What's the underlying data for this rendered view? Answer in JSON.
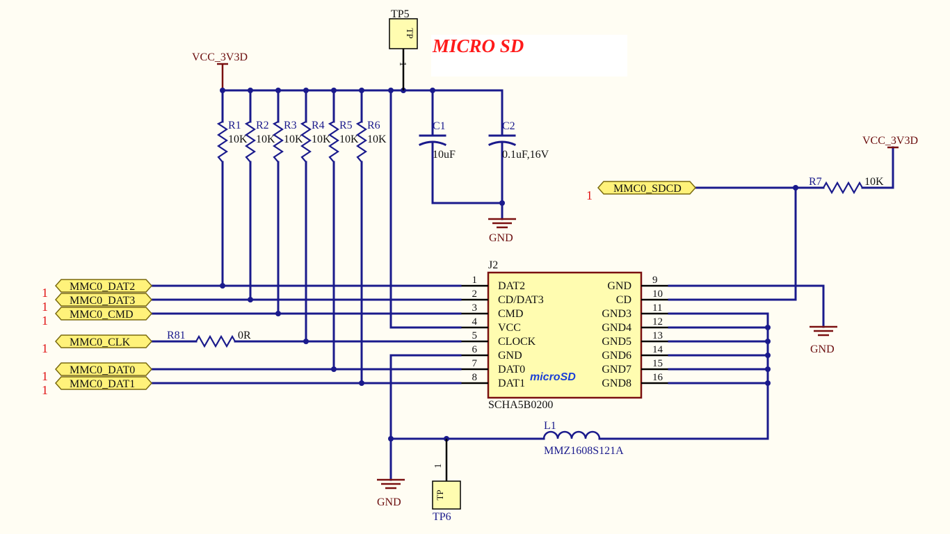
{
  "title": "MICRO SD",
  "power_nets": {
    "vcc_left": "VCC_3V3D",
    "vcc_right": "VCC_3V3D"
  },
  "gnd_labels": {
    "caps": "GND",
    "connector": "GND",
    "bottom": "GND"
  },
  "pullups": [
    {
      "ref": "R1",
      "value": "10K"
    },
    {
      "ref": "R2",
      "value": "10K"
    },
    {
      "ref": "R3",
      "value": "10K"
    },
    {
      "ref": "R4",
      "value": "10K"
    },
    {
      "ref": "R5",
      "value": "10K"
    },
    {
      "ref": "R6",
      "value": "10K"
    }
  ],
  "capacitors": [
    {
      "ref": "C1",
      "value": "10uF"
    },
    {
      "ref": "C2",
      "value": "0.1uF,16V"
    }
  ],
  "r7": {
    "ref": "R7",
    "value": "10K"
  },
  "r81": {
    "ref": "R81",
    "value": "0R"
  },
  "inductor": {
    "ref": "L1",
    "value": "MMZ1608S121A"
  },
  "testpoints": {
    "tp5": {
      "ref": "TP5",
      "body": "TP",
      "pin": "1"
    },
    "tp6": {
      "ref": "TP6",
      "body": "TP",
      "pin": "1"
    }
  },
  "ports": [
    {
      "name": "MMC0_DAT2",
      "num": "1"
    },
    {
      "name": "MMC0_DAT3",
      "num": "1"
    },
    {
      "name": "MMC0_CMD",
      "num": "1"
    },
    {
      "name": "MMC0_CLK",
      "num": "1"
    },
    {
      "name": "MMC0_DAT0",
      "num": "1"
    },
    {
      "name": "MMC0_DAT1",
      "num": "1"
    }
  ],
  "sdcd_port": {
    "name": "MMC0_SDCD",
    "num": "1"
  },
  "connector": {
    "ref": "J2",
    "part": "SCHA5B0200",
    "brand": "microSD",
    "left_pins": [
      {
        "num": "1",
        "name": "DAT2"
      },
      {
        "num": "2",
        "name": "CD/DAT3"
      },
      {
        "num": "3",
        "name": "CMD"
      },
      {
        "num": "4",
        "name": "VCC"
      },
      {
        "num": "5",
        "name": "CLOCK"
      },
      {
        "num": "6",
        "name": "GND"
      },
      {
        "num": "7",
        "name": "DAT0"
      },
      {
        "num": "8",
        "name": "DAT1"
      }
    ],
    "right_pins": [
      {
        "num": "9",
        "name": "GND"
      },
      {
        "num": "10",
        "name": "CD"
      },
      {
        "num": "11",
        "name": "GND3"
      },
      {
        "num": "12",
        "name": "GND4"
      },
      {
        "num": "13",
        "name": "GND5"
      },
      {
        "num": "14",
        "name": "GND6"
      },
      {
        "num": "15",
        "name": "GND7"
      },
      {
        "num": "16",
        "name": "GND8"
      }
    ]
  },
  "colors": {
    "wire": "#1a1a8c",
    "power": "#7a1010",
    "port_fill": "#fff27a",
    "component_fill": "#fffcb0",
    "title": "#ff1a1a"
  }
}
